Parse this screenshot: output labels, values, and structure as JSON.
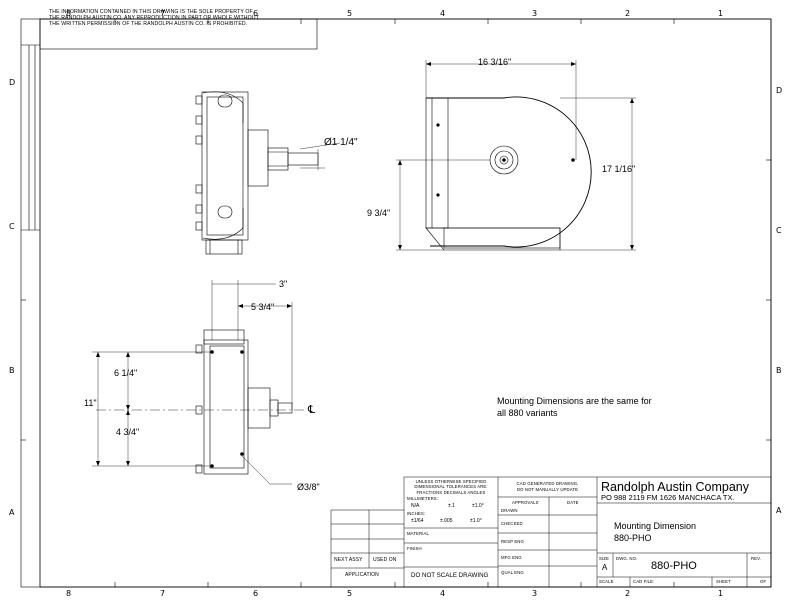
{
  "notice": [
    "THE INFORMATION CONTAINED IN THIS DRAWING IS THE SOLE PROPERTY OF",
    "THE RANDOLPH AUSTIN CO.  ANY REPRODUCTION IN PART OR WHOLE WITHOUT",
    "THE WRITTEN PERMISSION OF THE RANDOLPH AUSTIN CO. IS PROHIBITED."
  ],
  "zones": {
    "columns": [
      "8",
      "7",
      "6",
      "5",
      "4",
      "3",
      "2",
      "1"
    ],
    "rows": [
      "D",
      "C",
      "B",
      "A"
    ]
  },
  "dimensions": {
    "side_shaft_dia": "Ø1 1/4\"",
    "front_width": "16 3/16\"",
    "front_height": "17 1/16\"",
    "front_center_height": "9 3/4\"",
    "top_offset_3": "3\"",
    "top_offset_5": "5 3/4\"",
    "top_upper": "6 1/4\"",
    "top_total": "11\"",
    "top_lower": "4 3/4\"",
    "hole_dia": "Ø3/8\"",
    "centerline": "℄"
  },
  "note": [
    "Mounting Dimensions are the same for",
    "all 880 variants"
  ],
  "title_block": {
    "tolerance_header": [
      "UNLESS OTHERWISE SPECIFIED",
      "DIMENSIONAL TOLERANCES ARE:",
      "FRACTIONS  DECIMALS  ANGLES"
    ],
    "millimeters_label": "MILLIMETERS:",
    "mm_values": [
      "N/A",
      "±.1",
      "±1.0°"
    ],
    "inches_label": "INCHES:",
    "inch_values": [
      "±1/64",
      "±.005",
      "±1.0°"
    ],
    "material_label": "MATERIAL",
    "finish_label": "FINISH",
    "do_not_scale": "DO NOT SCALE DRAWING",
    "next_assy": "NEXT ASSY",
    "used_on": "USED ON",
    "application": "APPLICATION",
    "cad_note": [
      "CAD GENERATED DRAWING,",
      "DO NOT MANUALLY UPDATE"
    ],
    "approvals": "APPROVALS",
    "date": "DATE",
    "drawn": "DRAWN",
    "checked": "CHECKED",
    "resp_eng": "RESP ENG",
    "mfg_eng": "MFG ENG",
    "qual_eng": "QUAL ENG",
    "company": "Randolph Austin Company",
    "address": "PO 988   2119 FM  1626  MANCHACA TX.",
    "title_line1": "Mounting Dimension",
    "title_line2": "880-PHO",
    "size_label": "SIZE",
    "size": "A",
    "dwg_no_label": "DWG.  NO.",
    "dwg_no": "880-PHO",
    "rev_label": "REV.",
    "scale_label": "SCALE",
    "cad_file_label": "CAD  FILE:",
    "sheet_label": "SHEET",
    "of_label": "OF"
  }
}
